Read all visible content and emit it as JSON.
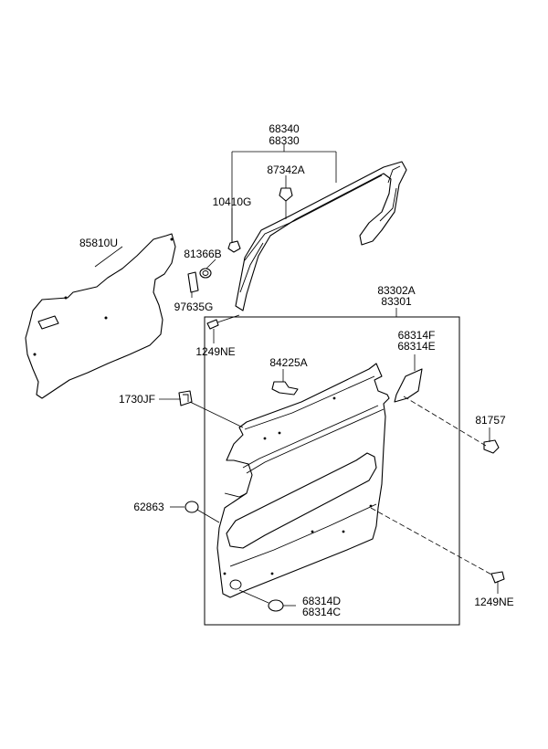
{
  "diagram": {
    "labels": {
      "p68340": "68340",
      "p68330": "68330",
      "p87342A": "87342A",
      "p10410G": "10410G",
      "p85810U": "85810U",
      "p81366B": "81366B",
      "p97635G": "97635G",
      "p1249NE_top": "1249NE",
      "p83302A": "83302A",
      "p83301": "83301",
      "p68314F": "68314F",
      "p68314E": "68314E",
      "p84225A": "84225A",
      "p1730JF": "1730JF",
      "p81757": "81757",
      "p62863": "62863",
      "p68314D": "68314D",
      "p68314C": "68314C",
      "p1249NE_bottom": "1249NE"
    }
  }
}
